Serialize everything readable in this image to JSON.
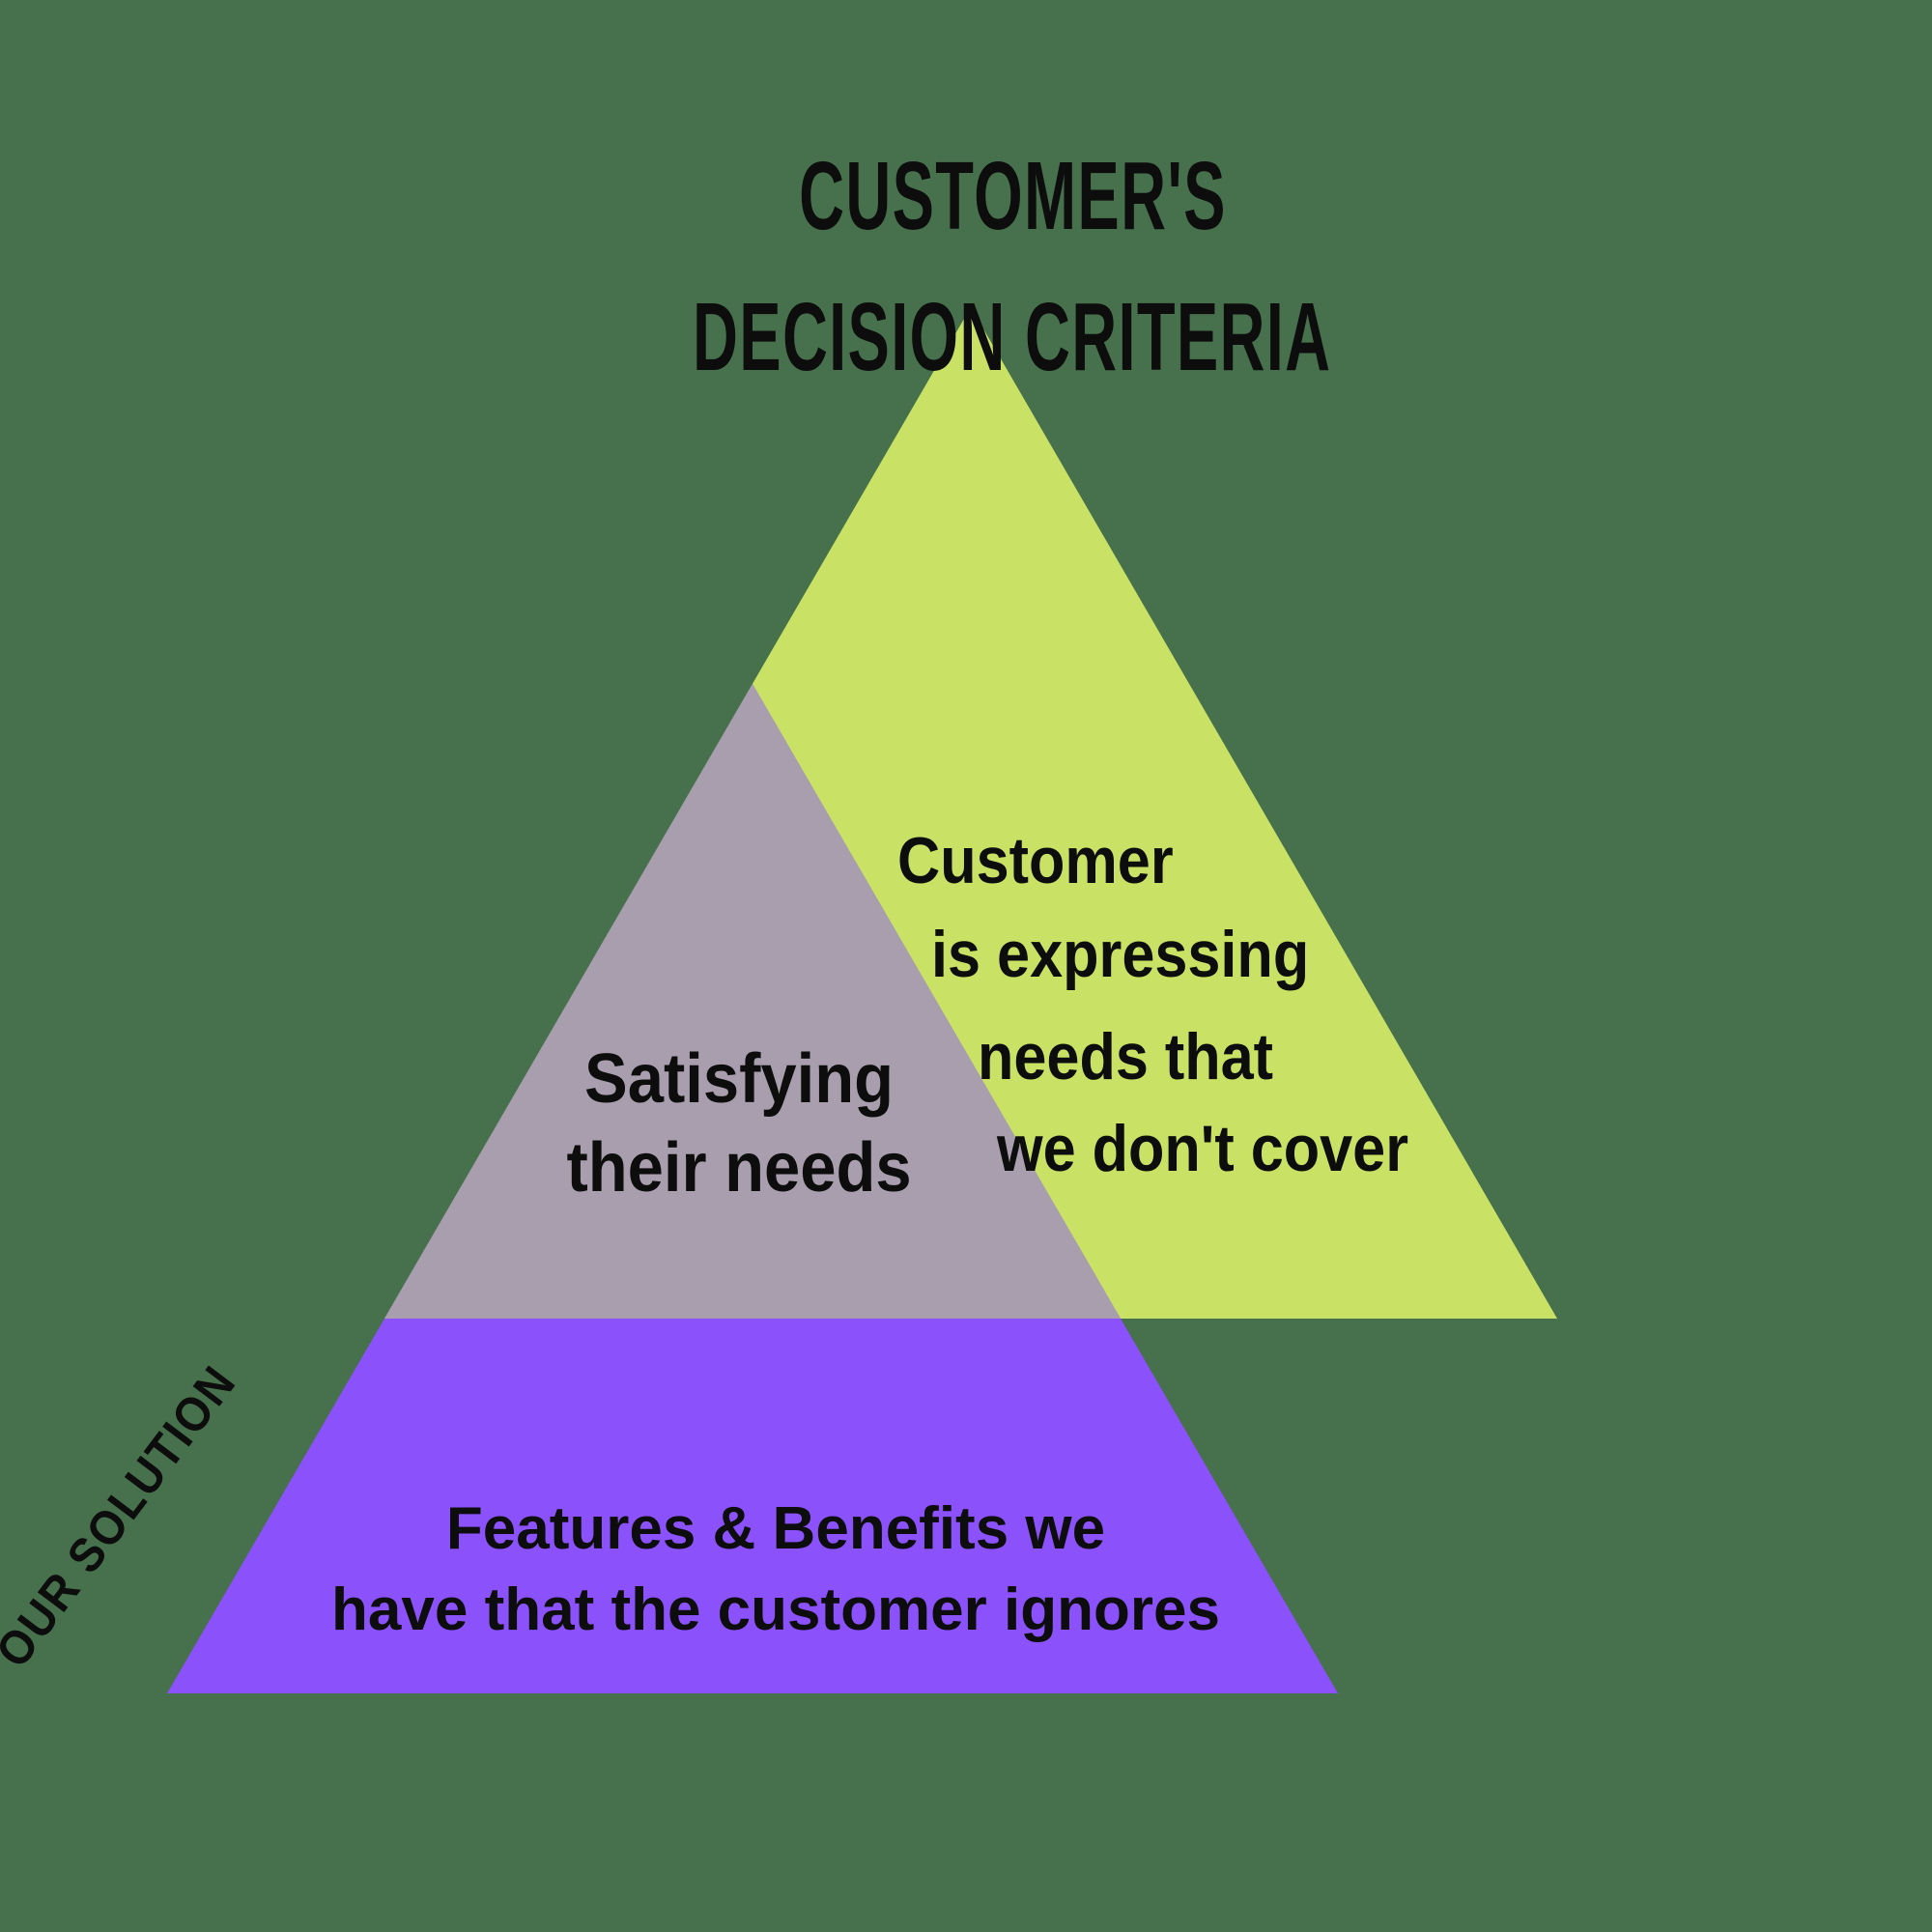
{
  "title": {
    "line1": "CUSTOMER'S",
    "line2": "DECISION CRITERIA"
  },
  "labels": {
    "solution_axis": "OUR SOLUTION",
    "criteria_only": {
      "lines": [
        "Customer",
        "is expressing",
        "needs that",
        "we don't cover"
      ]
    },
    "overlap": {
      "lines": [
        "Satisfying",
        "their needs"
      ]
    },
    "solution_only": {
      "lines": [
        "Features & Benefits we",
        "have that the customer ignores"
      ]
    }
  },
  "colors": {
    "background": "#47714D",
    "criteria_triangle": "#C9E265",
    "solution_triangle": "#8B52FB",
    "overlap_region": "#A99EAD",
    "text": "#0D0D0D"
  }
}
